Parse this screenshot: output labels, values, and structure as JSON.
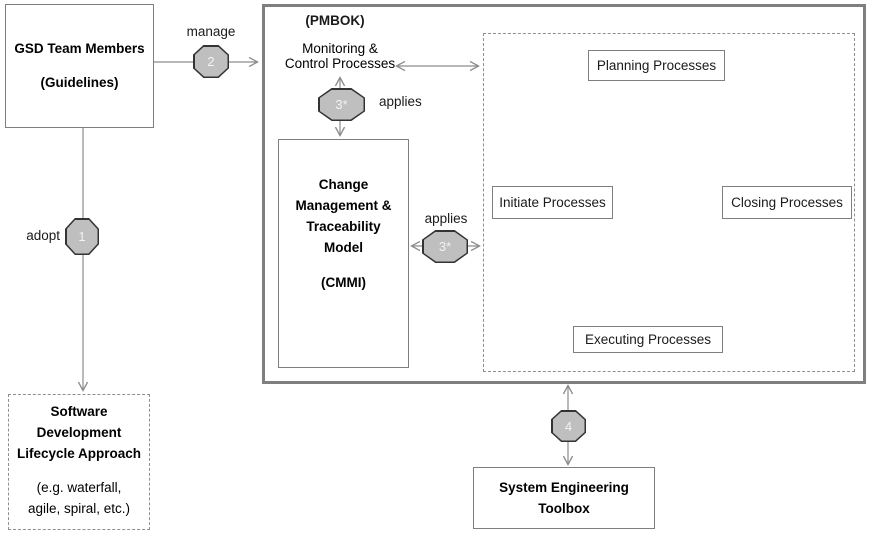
{
  "colors": {
    "connector_gray": "#8c8c8c",
    "box_border_gray": "#7f7f7f",
    "octagon_fill": "#bfbfbf",
    "octagon_border": "#333333",
    "octagon_number_text": "#f2f2f2"
  },
  "nodes": {
    "gsd_team": {
      "title": "GSD Team Members",
      "subtitle": "(Guidelines)"
    },
    "sdlc_approach": {
      "title_lines": [
        "Software",
        "Development",
        "Lifecycle Approach"
      ],
      "example_lines": [
        "(e.g. waterfall,",
        "agile, spiral, etc.)"
      ]
    },
    "pmbok_container": {
      "label": "(PMBOK)"
    },
    "monitoring_control": {
      "line1": "Monitoring &",
      "line2": "Control Processes"
    },
    "cmmi_model": {
      "title_lines": [
        "Change",
        "Management &",
        "Traceability",
        "Model"
      ],
      "subtitle": "(CMMI)"
    },
    "process_group": {
      "planning": "Planning Processes",
      "initiate": "Initiate Processes",
      "closing": "Closing Processes",
      "executing": "Executing Processes"
    },
    "se_toolbox": {
      "line1": "System Engineering",
      "line2": "Toolbox"
    }
  },
  "connectors": {
    "manage": {
      "label": "manage",
      "step": "2"
    },
    "adopt": {
      "label": "adopt",
      "step": "1"
    },
    "applies_pmbok": {
      "label": "applies",
      "step": "3*"
    },
    "applies_processes": {
      "label": "applies",
      "step": "3*"
    },
    "toolbox_link": {
      "step": "4"
    }
  }
}
